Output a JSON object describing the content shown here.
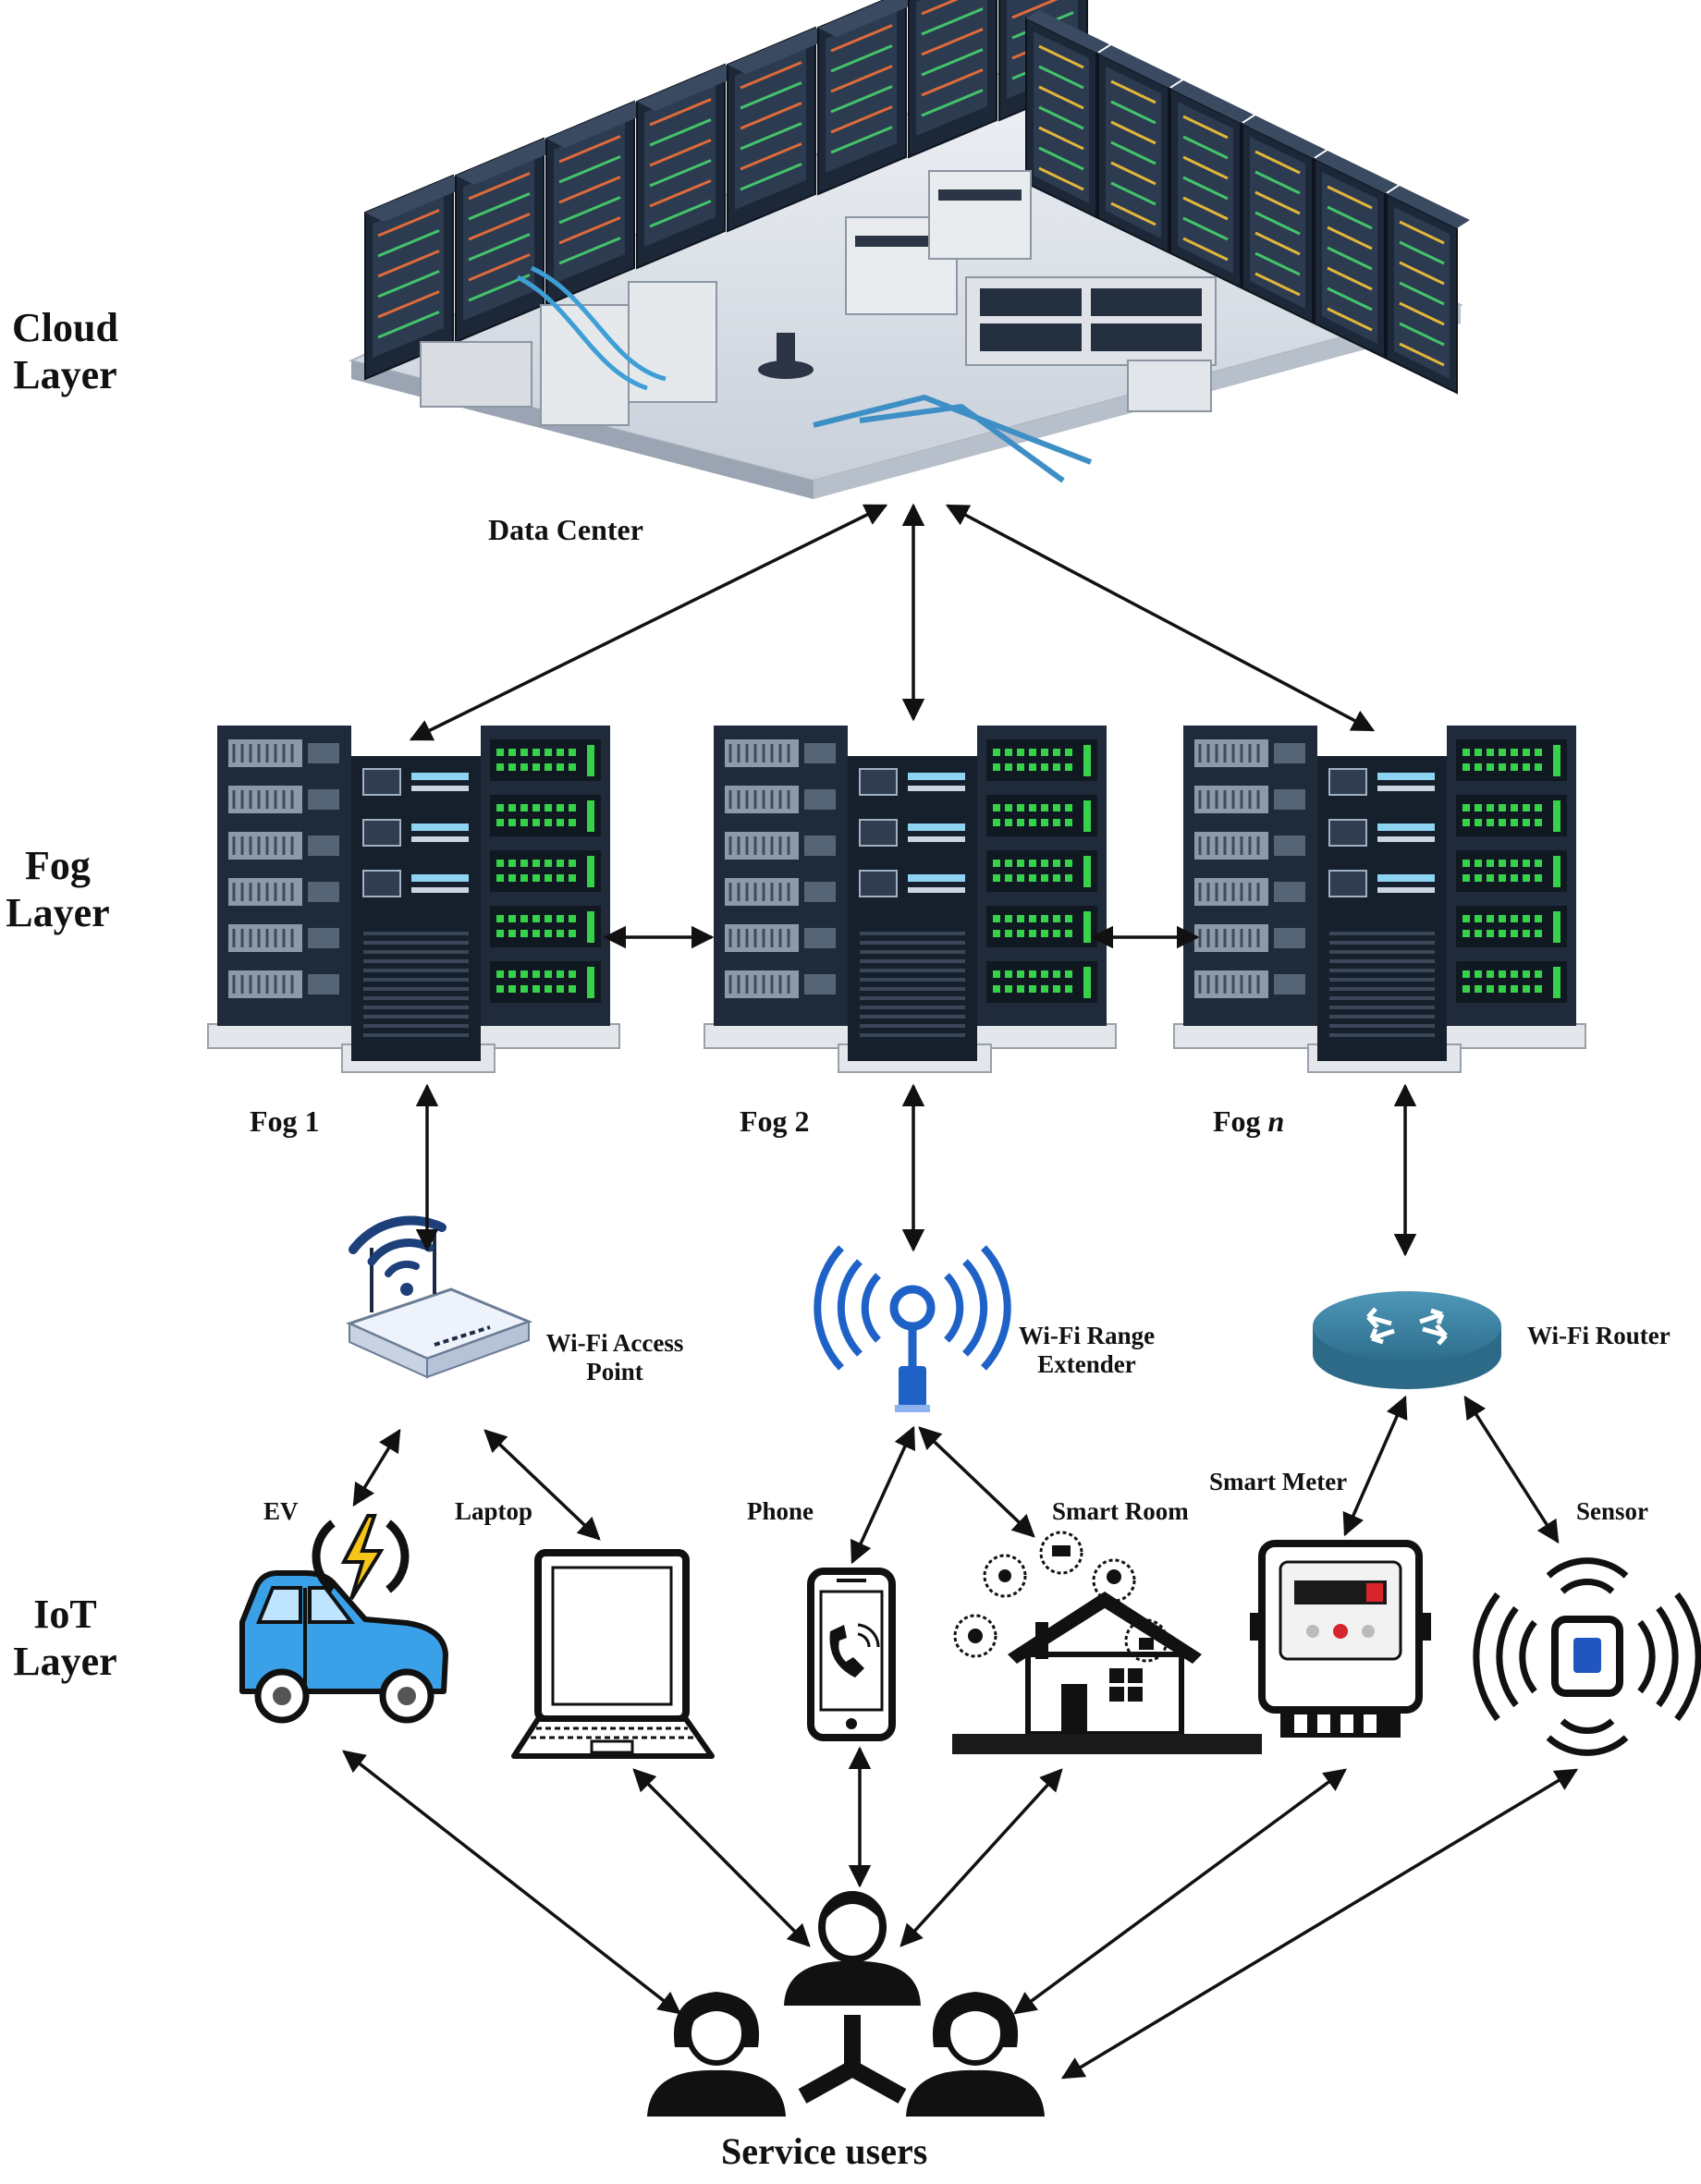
{
  "layers": {
    "cloud": [
      "Cloud",
      "Layer"
    ],
    "fog": [
      "Fog",
      "Layer"
    ],
    "iot": [
      "IoT",
      "Layer"
    ]
  },
  "cloud": {
    "label": "Data Center"
  },
  "fogs": [
    {
      "prefix": "Fog 1",
      "suffix": ""
    },
    {
      "prefix": "Fog 2",
      "suffix": ""
    },
    {
      "prefix": "Fog ",
      "suffix": "n"
    }
  ],
  "gateways": {
    "access_point": [
      "Wi-Fi Access",
      "Point"
    ],
    "range_extender": [
      "Wi-Fi Range",
      "Extender"
    ],
    "router": "Wi-Fi Router"
  },
  "devices": {
    "ev": "EV",
    "laptop": "Laptop",
    "phone": "Phone",
    "smart_room": "Smart Room",
    "smart_meter": "Smart Meter",
    "sensor": "Sensor"
  },
  "users": {
    "label": "Service users"
  },
  "colors": {
    "rack_dark": "#1f2a3a",
    "rack_light": "#e3e6ea",
    "led_green": "#35d24a",
    "wifi_blue": "#1e62c8",
    "router_teal": "#3f86a6",
    "ev_blue": "#3aa0e8"
  }
}
